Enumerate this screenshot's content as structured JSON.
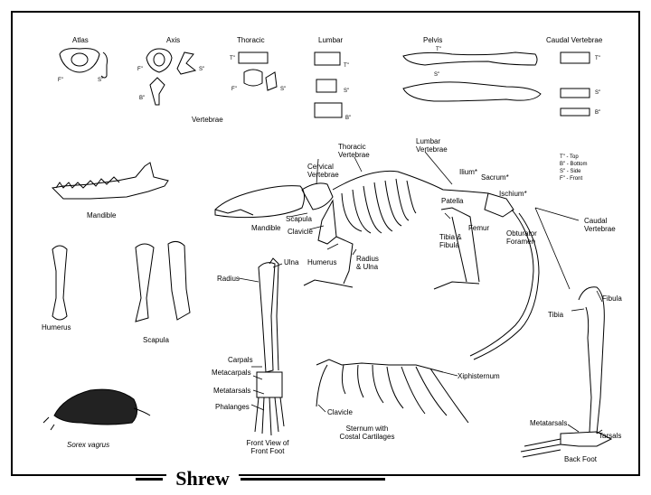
{
  "title": "Shrew",
  "legend": [
    "T\" - Top",
    "B\" - Bottom",
    "S\" - Side",
    "F\" - Front"
  ],
  "vertebrae": {
    "heading": "Vertebrae",
    "atlas": "Atlas",
    "axis": "Axis",
    "thoracic": "Thoracic",
    "lumbar": "Lumbar",
    "pelvis": "Pelvis",
    "caudal": "Caudal Vertebrae",
    "tags": {
      "t": "T\"",
      "b": "B\"",
      "s": "S\"",
      "f": "F\""
    }
  },
  "skeleton": {
    "thoracic": "Thoracic\nVertebrae",
    "lumbar": "Lumbar\nVertebrae",
    "cervical": "Cervical\nVertebrae",
    "ilium": "Ilium*",
    "sacrum": "Sacrum*",
    "ischium": "Ischium*",
    "patella": "Patella",
    "femur": "Femur",
    "obturator": "Obturator\nForamen",
    "tibia_fibula": "Tibia &\nFibula",
    "caudal": "Caudal\nVertebrae",
    "mandible": "Mandible",
    "scapula": "Scapula",
    "clavicle": "Clavicle",
    "humerus": "Humerus",
    "radius_ulna": "Radius\n& Ulna"
  },
  "mandible_label": "Mandible",
  "humerus_label": "Humerus",
  "scapula_label": "Scapula",
  "foot": {
    "ulna": "Ulna",
    "radius": "Radius",
    "carpals": "Carpals",
    "metacarpals": "Metacarpals",
    "metatarsals": "Metatarsals",
    "phalanges": "Phalanges",
    "caption": "Front View of\nFront Foot"
  },
  "sternum": {
    "xiphisternum": "Xiphisternum",
    "clavicle": "Clavicle",
    "caption": "Sternum with\nCostal Cartilages"
  },
  "back_foot": {
    "fibula": "Fibula",
    "tibia": "Tibia",
    "metatarsals": "Metatarsals",
    "tarsals": "Tarsals",
    "caption": "Back Foot"
  },
  "species": "Sorex vagrus"
}
